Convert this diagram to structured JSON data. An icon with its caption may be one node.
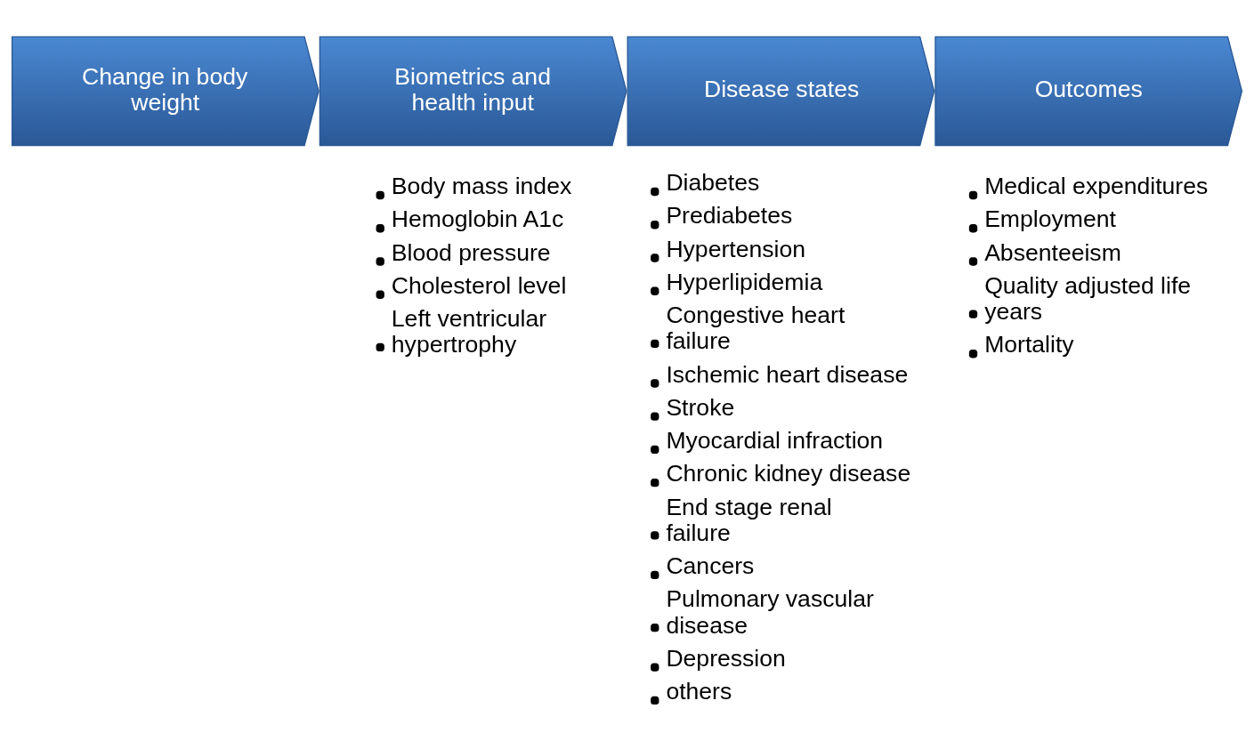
{
  "diagram": {
    "nodes": [
      {
        "text": [
          "Change in body weight"
        ]
      },
      {
        "text": [
          "Biometrics and health input"
        ],
        "beside": [
          "Body mass index",
          "Hemoglobin A1c",
          "Blood pressure",
          "Cholesterol level",
          "Left ventricular hypertrophy"
        ]
      },
      {
        "text": [
          "Disease states"
        ],
        "beside": [
          "Diabetes",
          "Prediabetes",
          "Hypertension",
          "Hyperlipidemia",
          "Congestive heart failure",
          "Ischemic heart disease",
          "Stroke",
          "Myocardial infraction",
          "Chronic kidney disease",
          "End stage renal failure",
          "Cancers",
          "Pulmonary vascular disease",
          "Depression",
          "others"
        ]
      },
      {
        "text": [
          "Outcomes"
        ],
        "beside": [
          "Medical expenditures",
          "Employment",
          "Absenteeism",
          "Quality adjusted life years",
          "Mortality"
        ]
      }
    ]
  }
}
